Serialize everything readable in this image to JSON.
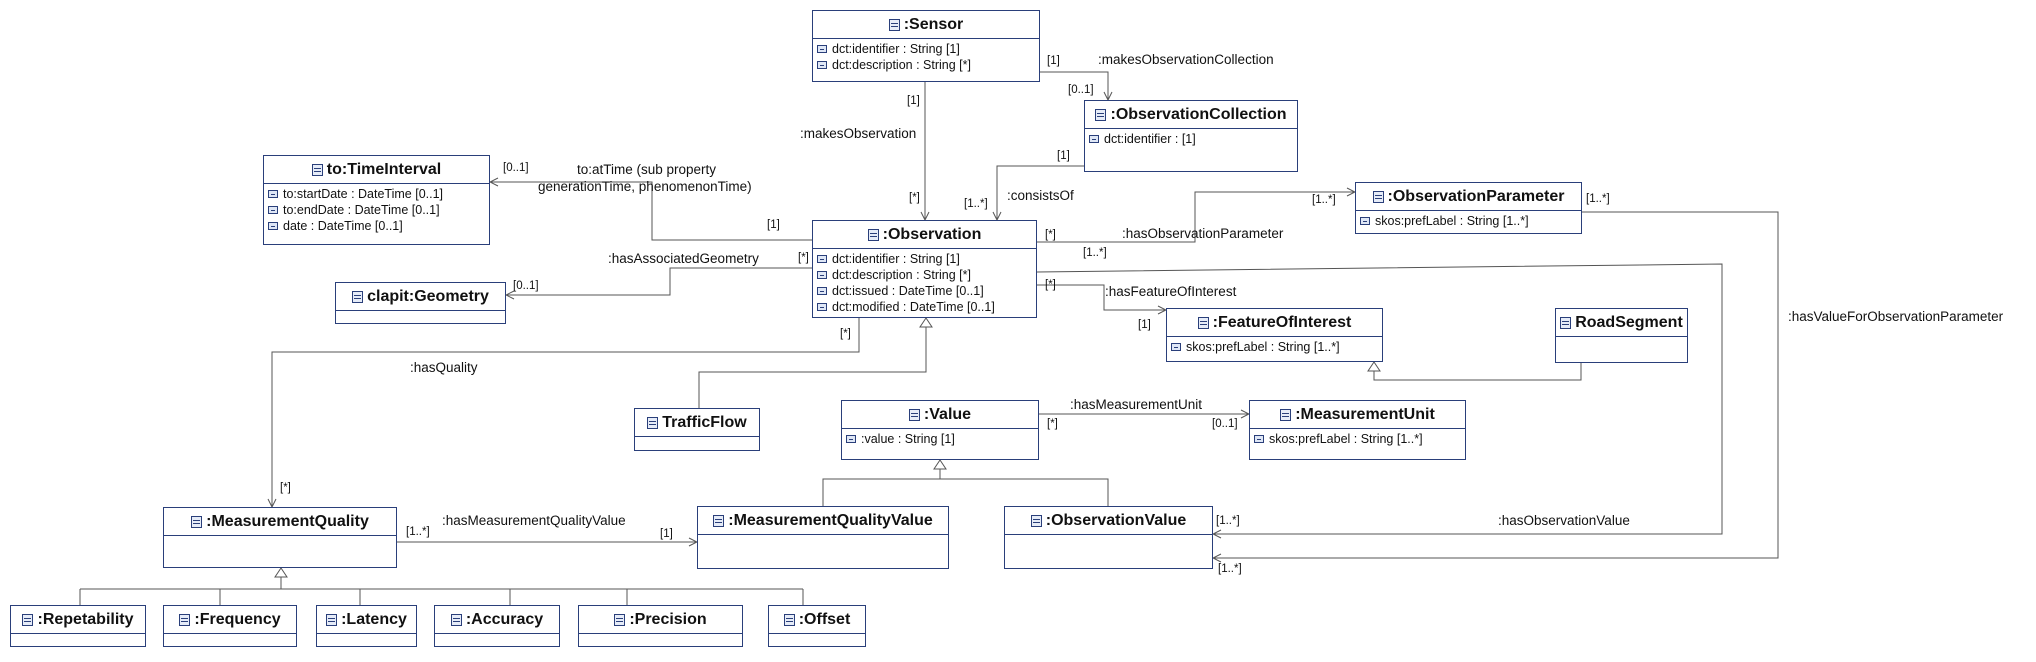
{
  "classes": {
    "sensor": {
      "name": ":Sensor",
      "attrs": [
        "dct:identifier : String [1]",
        "dct:description : String [*]"
      ]
    },
    "observation_collection": {
      "name": ":ObservationCollection",
      "attrs": [
        "dct:identifier :  [1]"
      ]
    },
    "time_interval": {
      "name": "to:TimeInterval",
      "attrs": [
        "to:startDate : DateTime [0..1]",
        "to:endDate : DateTime [0..1]",
        "date : DateTime [0..1]"
      ]
    },
    "observation": {
      "name": ":Observation",
      "attrs": [
        "dct:identifier : String [1]",
        "dct:description : String [*]",
        "dct:issued : DateTime [0..1]",
        "dct:modified : DateTime [0..1]"
      ]
    },
    "observation_parameter": {
      "name": ":ObservationParameter",
      "attrs": [
        "skos:prefLabel : String [1..*]"
      ]
    },
    "geometry": {
      "name": "clapit:Geometry",
      "attrs": []
    },
    "feature_of_interest": {
      "name": ":FeatureOfInterest",
      "attrs": [
        "skos:prefLabel : String [1..*]"
      ]
    },
    "road_segment": {
      "name": "RoadSegment",
      "attrs": []
    },
    "traffic_flow": {
      "name": "TrafficFlow",
      "attrs": []
    },
    "value": {
      "name": ":Value",
      "attrs": [
        ":value : String [1]"
      ]
    },
    "measurement_unit": {
      "name": ":MeasurementUnit",
      "attrs": [
        "skos:prefLabel : String [1..*]"
      ]
    },
    "measurement_quality": {
      "name": ":MeasurementQuality",
      "attrs": []
    },
    "measurement_quality_value": {
      "name": ":MeasurementQualityValue",
      "attrs": []
    },
    "observation_value": {
      "name": ":ObservationValue",
      "attrs": []
    },
    "repetability": {
      "name": ":Repetability",
      "attrs": []
    },
    "frequency": {
      "name": ":Frequency",
      "attrs": []
    },
    "latency": {
      "name": ":Latency",
      "attrs": []
    },
    "accuracy": {
      "name": ":Accuracy",
      "attrs": []
    },
    "precision": {
      "name": ":Precision",
      "attrs": []
    },
    "offset": {
      "name": ":Offset",
      "attrs": []
    }
  },
  "relations": {
    "makes_observation_collection": ":makesObservationCollection",
    "makes_observation": ":makesObservation",
    "at_time_line1": "to:atTime (sub property",
    "at_time_line2": "generationTime, phenomenonTime)",
    "consists_of": ":consistsOf",
    "has_observation_parameter": ":hasObservationParameter",
    "has_associated_geometry": ":hasAssociatedGeometry",
    "has_feature_of_interest": ":hasFeatureOfInterest",
    "has_quality": ":hasQuality",
    "has_measurement_unit": ":hasMeasurementUnit",
    "has_measurement_quality_value": ":hasMeasurementQualityValue",
    "has_observation_value": ":hasObservationValue",
    "has_value_for_observation_parameter": ":hasValueForObservationParameter"
  },
  "multiplicities": {
    "sensor_collection_src": "[1]",
    "sensor_collection_tgt": "[0..1]",
    "sensor_observation_src": "[1]",
    "sensor_observation_tgt": "[*]",
    "collection_observation_src": "[1]",
    "collection_observation_tgt": "[1..*]",
    "time_tgt": "[0..1]",
    "time_src": "[1]",
    "param_src": "[*]",
    "param_tgt": "[1..*]",
    "param_value_src": "[1..*]",
    "geometry_src": "[*]",
    "geometry_tgt": "[0..1]",
    "foi_src": "[*]",
    "foi_tgt": "[1]",
    "obsvalue_src": "[1..*]",
    "quality_src": "[*]",
    "quality_tgt": "[*]",
    "unit_src": "[*]",
    "unit_tgt": "[0..1]",
    "mqv_src": "[1..*]",
    "mqv_tgt": "[1]",
    "obsvalue_tgt": "[1..*]",
    "param_value_tgt": "[1..*]"
  }
}
